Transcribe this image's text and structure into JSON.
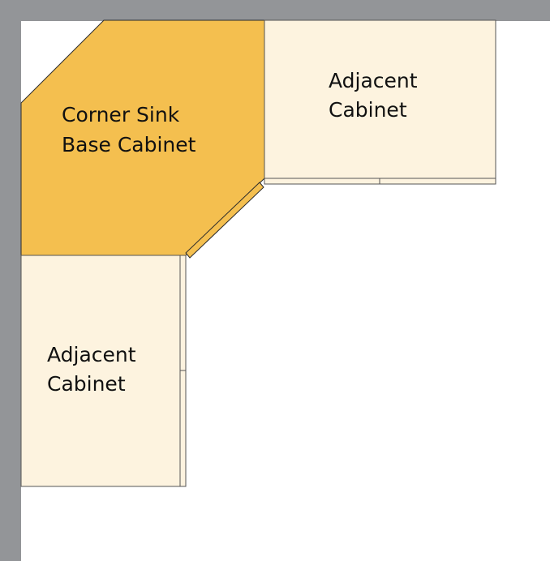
{
  "colors": {
    "wall": "#939598",
    "corner_cabinet": "#f4bf4f",
    "adjacent_cabinet": "#fdf3df",
    "outline": "#2b2b2b"
  },
  "corner_cabinet": {
    "label_line1": "Corner Sink",
    "label_line2": "Base Cabinet"
  },
  "adjacent_top": {
    "label_line1": "Adjacent",
    "label_line2": "Cabinet"
  },
  "adjacent_left": {
    "label_line1": "Adjacent",
    "label_line2": "Cabinet"
  }
}
